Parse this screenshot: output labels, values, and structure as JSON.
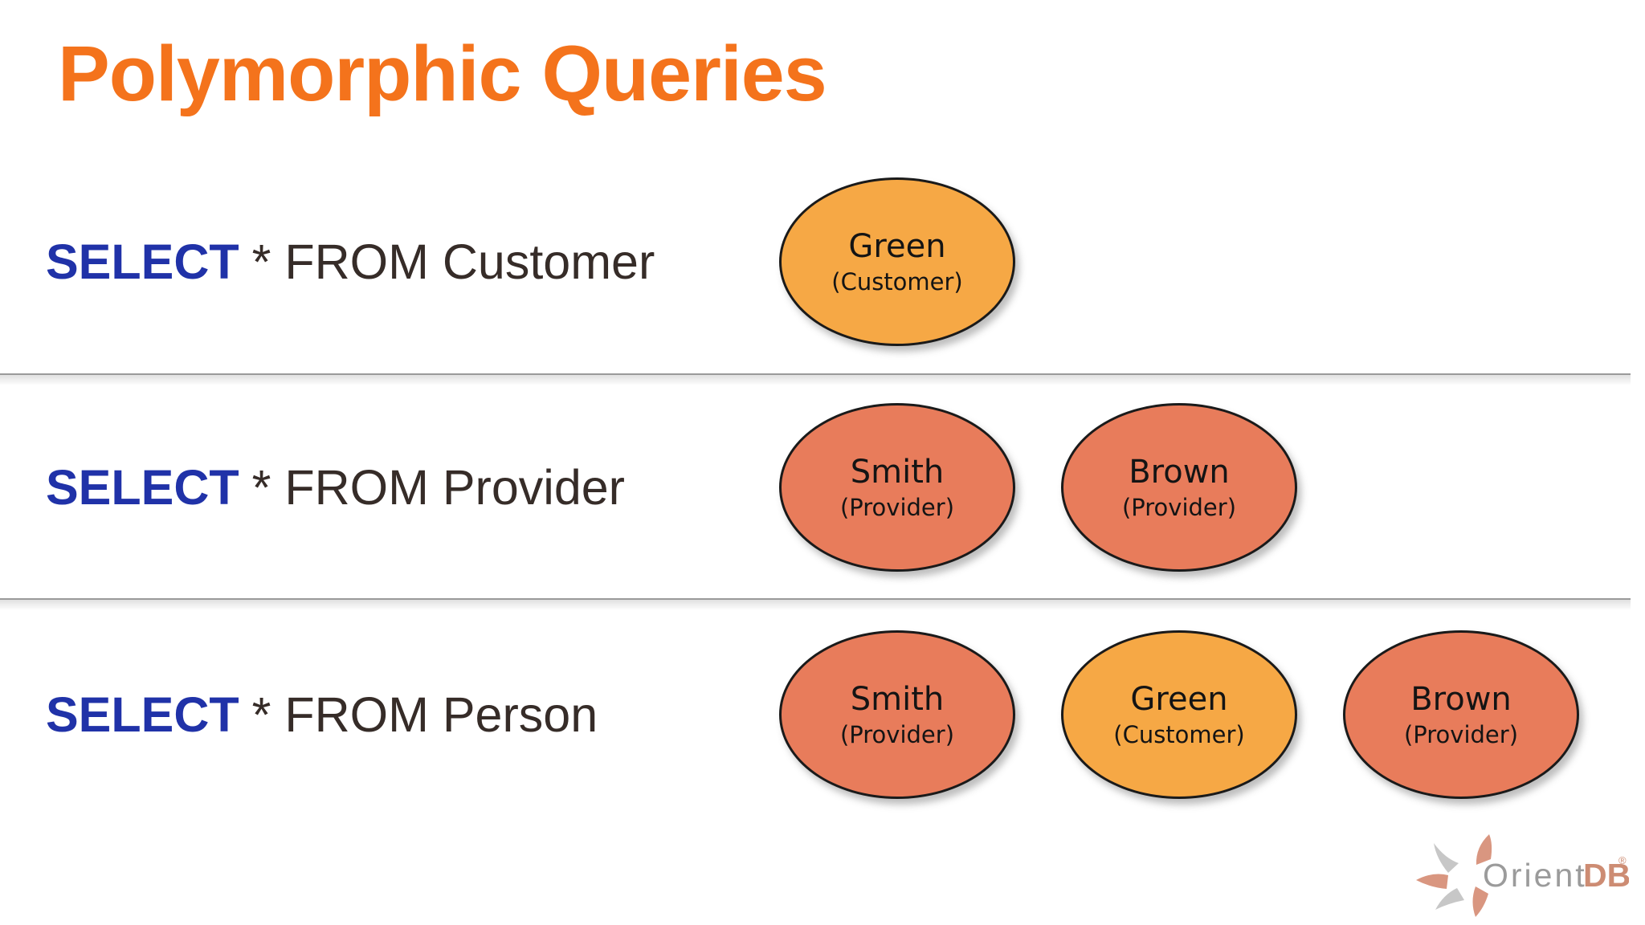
{
  "title": "Polymorphic Queries",
  "rows": [
    {
      "query": {
        "keyword": "SELECT",
        "rest": "* FROM Customer"
      },
      "nodes": [
        {
          "name": "Green",
          "type": "(Customer)",
          "variant": "customer"
        }
      ]
    },
    {
      "query": {
        "keyword": "SELECT",
        "rest": "* FROM Provider"
      },
      "nodes": [
        {
          "name": "Smith",
          "type": "(Provider)",
          "variant": "provider"
        },
        {
          "name": "Brown",
          "type": "(Provider)",
          "variant": "provider"
        }
      ]
    },
    {
      "query": {
        "keyword": "SELECT",
        "rest": "* FROM Person"
      },
      "nodes": [
        {
          "name": "Smith",
          "type": "(Provider)",
          "variant": "provider"
        },
        {
          "name": "Green",
          "type": "(Customer)",
          "variant": "customer"
        },
        {
          "name": "Brown",
          "type": "(Provider)",
          "variant": "provider"
        }
      ]
    }
  ],
  "logo": {
    "text_light": "Orient",
    "text_bold": "DB",
    "registered": "®"
  },
  "colors": {
    "title_orange": "#F4731C",
    "keyword_blue": "#2032A8",
    "query_text": "#362C28",
    "customer_fill": "#F6A845",
    "provider_fill": "#E87C5B",
    "node_stroke": "#1A1A1A",
    "separator_gray": "#9A9A9A",
    "logo_gray": "#9B9B9B",
    "logo_salmon": "#CD8C73"
  }
}
